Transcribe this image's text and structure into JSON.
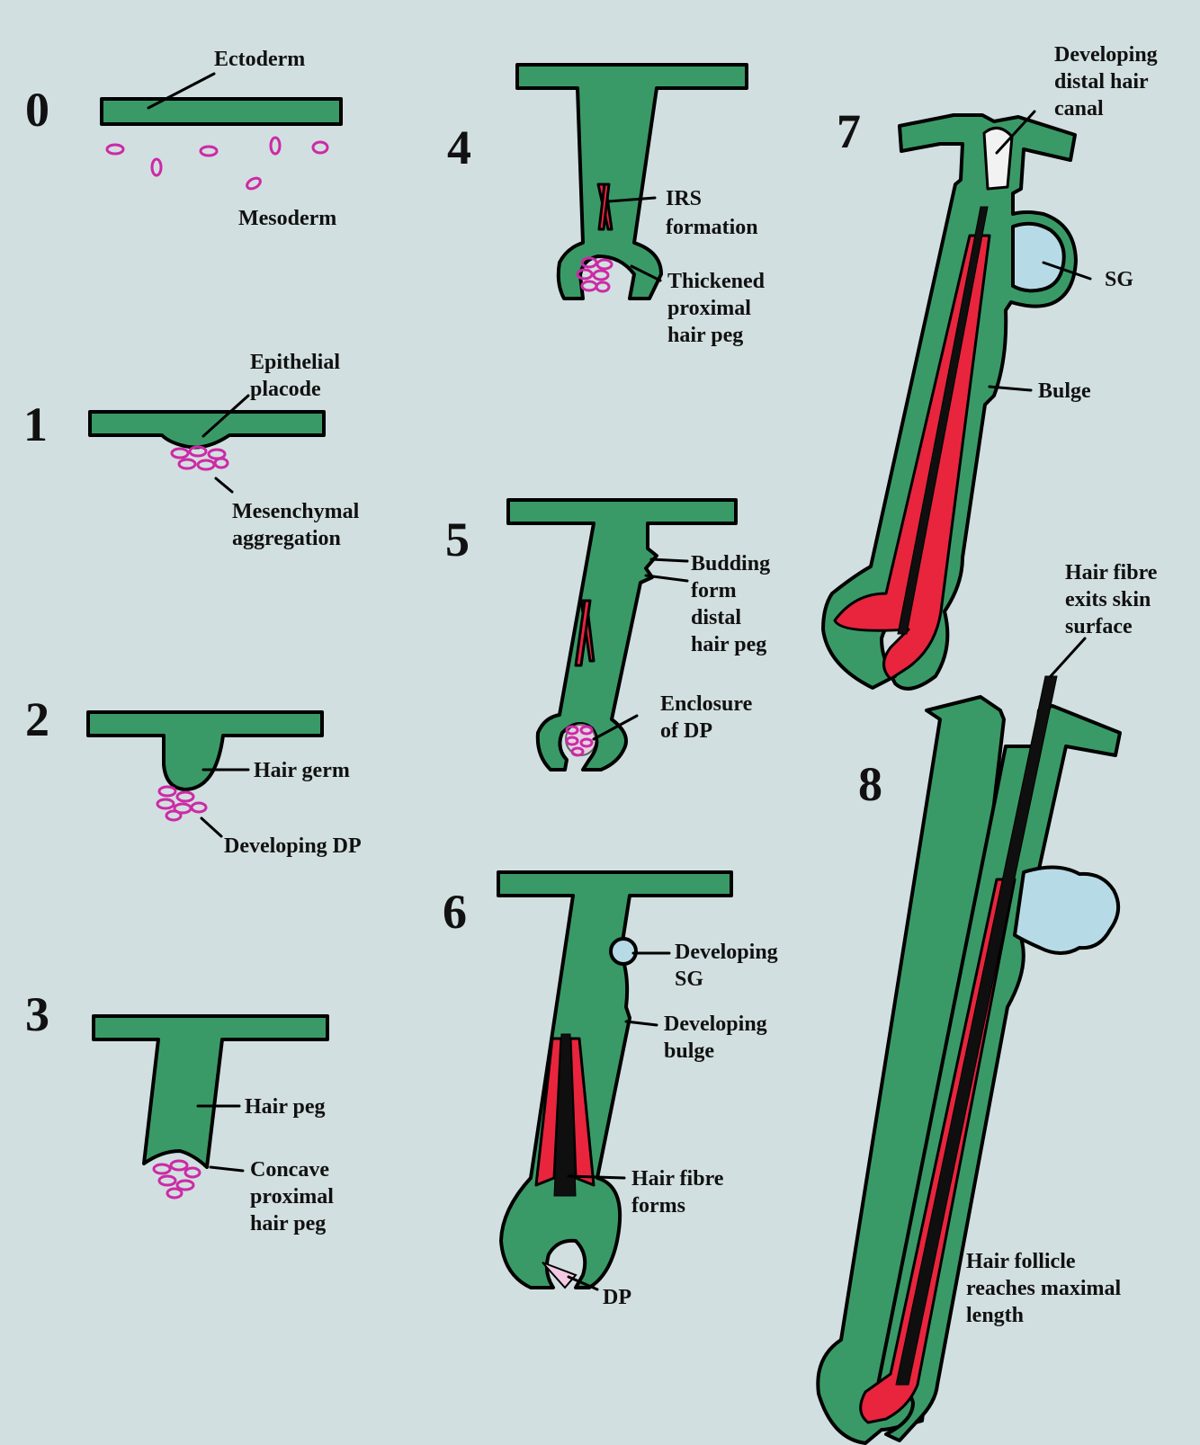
{
  "stages": [
    {
      "number": "0",
      "labels": [
        "Ectoderm",
        "Mesoderm"
      ]
    },
    {
      "number": "1",
      "labels": [
        "Epithelial",
        "placode",
        "Mesenchymal",
        "aggregation"
      ]
    },
    {
      "number": "2",
      "labels": [
        "Hair germ",
        "Developing DP"
      ]
    },
    {
      "number": "3",
      "labels": [
        "Hair peg",
        "Concave",
        "proximal",
        "hair peg"
      ]
    },
    {
      "number": "4",
      "labels": [
        "IRS",
        "formation",
        "Thickened",
        "proximal",
        "hair peg"
      ]
    },
    {
      "number": "5",
      "labels": [
        "Budding",
        "form",
        "distal",
        "hair peg",
        "Enclosure",
        "of DP"
      ]
    },
    {
      "number": "6",
      "labels": [
        "Developing",
        "SG",
        "Developing",
        "bulge",
        "Hair fibre",
        "forms",
        "DP"
      ]
    },
    {
      "number": "7",
      "labels": [
        "Developing",
        "distal hair",
        "canal",
        "SG",
        "Bulge"
      ]
    },
    {
      "number": "8",
      "labels": [
        "Hair fibre",
        "exits skin",
        "surface",
        "Hair follicle",
        "reaches maximal",
        "length"
      ]
    }
  ],
  "colors": {
    "background": "#d2dfe0",
    "epithelium": "#3a9a67",
    "mesenchyme_cells": "#cc2aa6",
    "inner_root_sheath": "#e8253d",
    "hair_fibre": "#0f0f0f",
    "sebaceous_gland": "#b6dbe6"
  }
}
